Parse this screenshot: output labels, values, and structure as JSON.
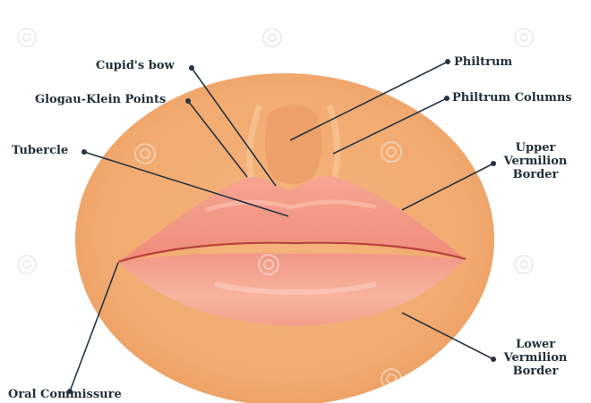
{
  "labels": {
    "cupids_bow": "Cupid's bow",
    "glogau_klein": "Glogau-Klein Points",
    "tubercle": "Tubercle",
    "oral_commissure": "Oral Commissure",
    "philtrum": "Philtrum",
    "philtrum_columns": "Philtrum Columns",
    "upper_vermilion": [
      "Upper",
      "Vermilion",
      "Border"
    ],
    "lower_vermilion": [
      "Lower",
      "Vermilion",
      "Border"
    ]
  },
  "colors": {
    "skin": "#f2ad74",
    "skin_edge": "#eaa066",
    "philtrum": "#e89a65",
    "upper_lip": "#f29a86",
    "lower_lip": "#f5a892",
    "lip_line": "#b8423e",
    "leader": "#243442"
  }
}
